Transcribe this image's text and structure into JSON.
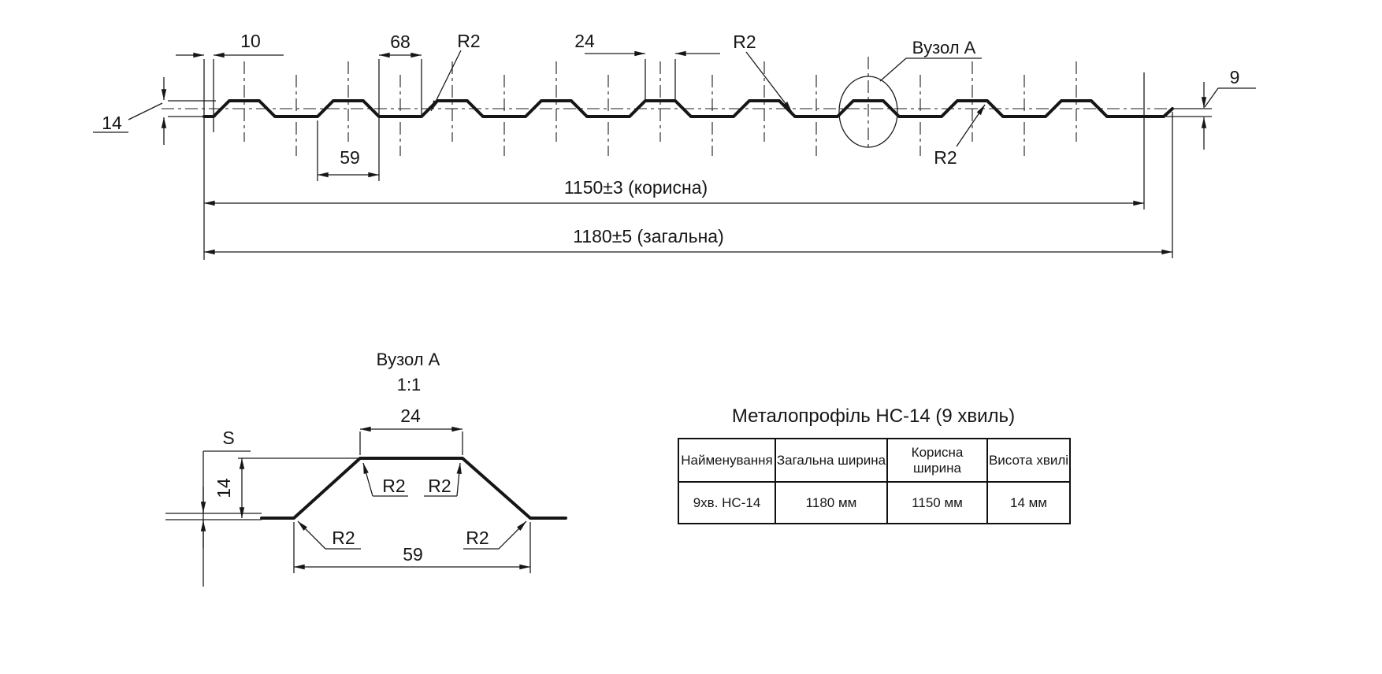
{
  "top_view": {
    "dim_10": "10",
    "dim_68": "68",
    "dim_24": "24",
    "dim_59": "59",
    "dim_14": "14",
    "dim_9": "9",
    "r2_labels": [
      "R2",
      "R2",
      "R2"
    ],
    "useful_width_label": "1150±3 (корисна)",
    "overall_width_label": "1180±5 (загальна)",
    "detail_callout": "Вузол А"
  },
  "detail_view": {
    "title": "Вузол А",
    "scale_label": "1:1",
    "dim_24": "24",
    "dim_59": "59",
    "dim_14": "14",
    "thickness_label": "S",
    "r2_labels": [
      "R2",
      "R2",
      "R2",
      "R2"
    ]
  },
  "table": {
    "title": "Металопрофіль НС-14 (9 хвиль)",
    "headers": [
      "Найменування",
      "Загальна ширина",
      "Корисна ширина",
      "Висота хвилі"
    ],
    "row": [
      "9хв. НС-14",
      "1180 мм",
      "1150 мм",
      "14 мм"
    ]
  },
  "colors": {
    "line": "#161616",
    "background": "#ffffff"
  }
}
